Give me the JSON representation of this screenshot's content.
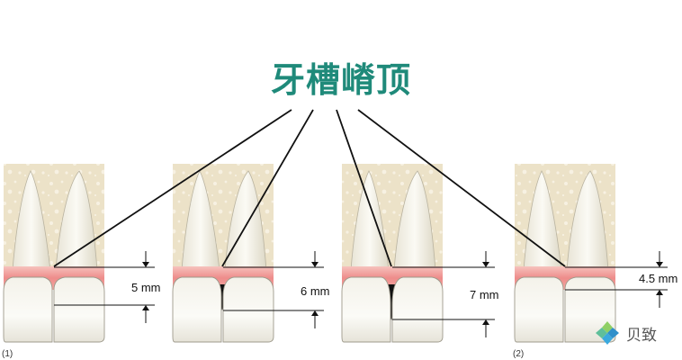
{
  "title": "牙槽嵴顶",
  "panels": [
    {
      "label": "(1)",
      "measurement": "5 mm"
    },
    {
      "label": "",
      "measurement": "6 mm"
    },
    {
      "label": "",
      "measurement": "7 mm"
    },
    {
      "label": "(2)",
      "measurement": "4.5 mm"
    }
  ],
  "watermark": {
    "text": "贝致",
    "icon": "brand-logo-icon"
  },
  "colors": {
    "title": "#1f8a7a",
    "bone": "#ece2c8",
    "gingiva": "#ef8d8d",
    "enamel": "#f5f3ec",
    "dark_triangle": "#111111"
  }
}
